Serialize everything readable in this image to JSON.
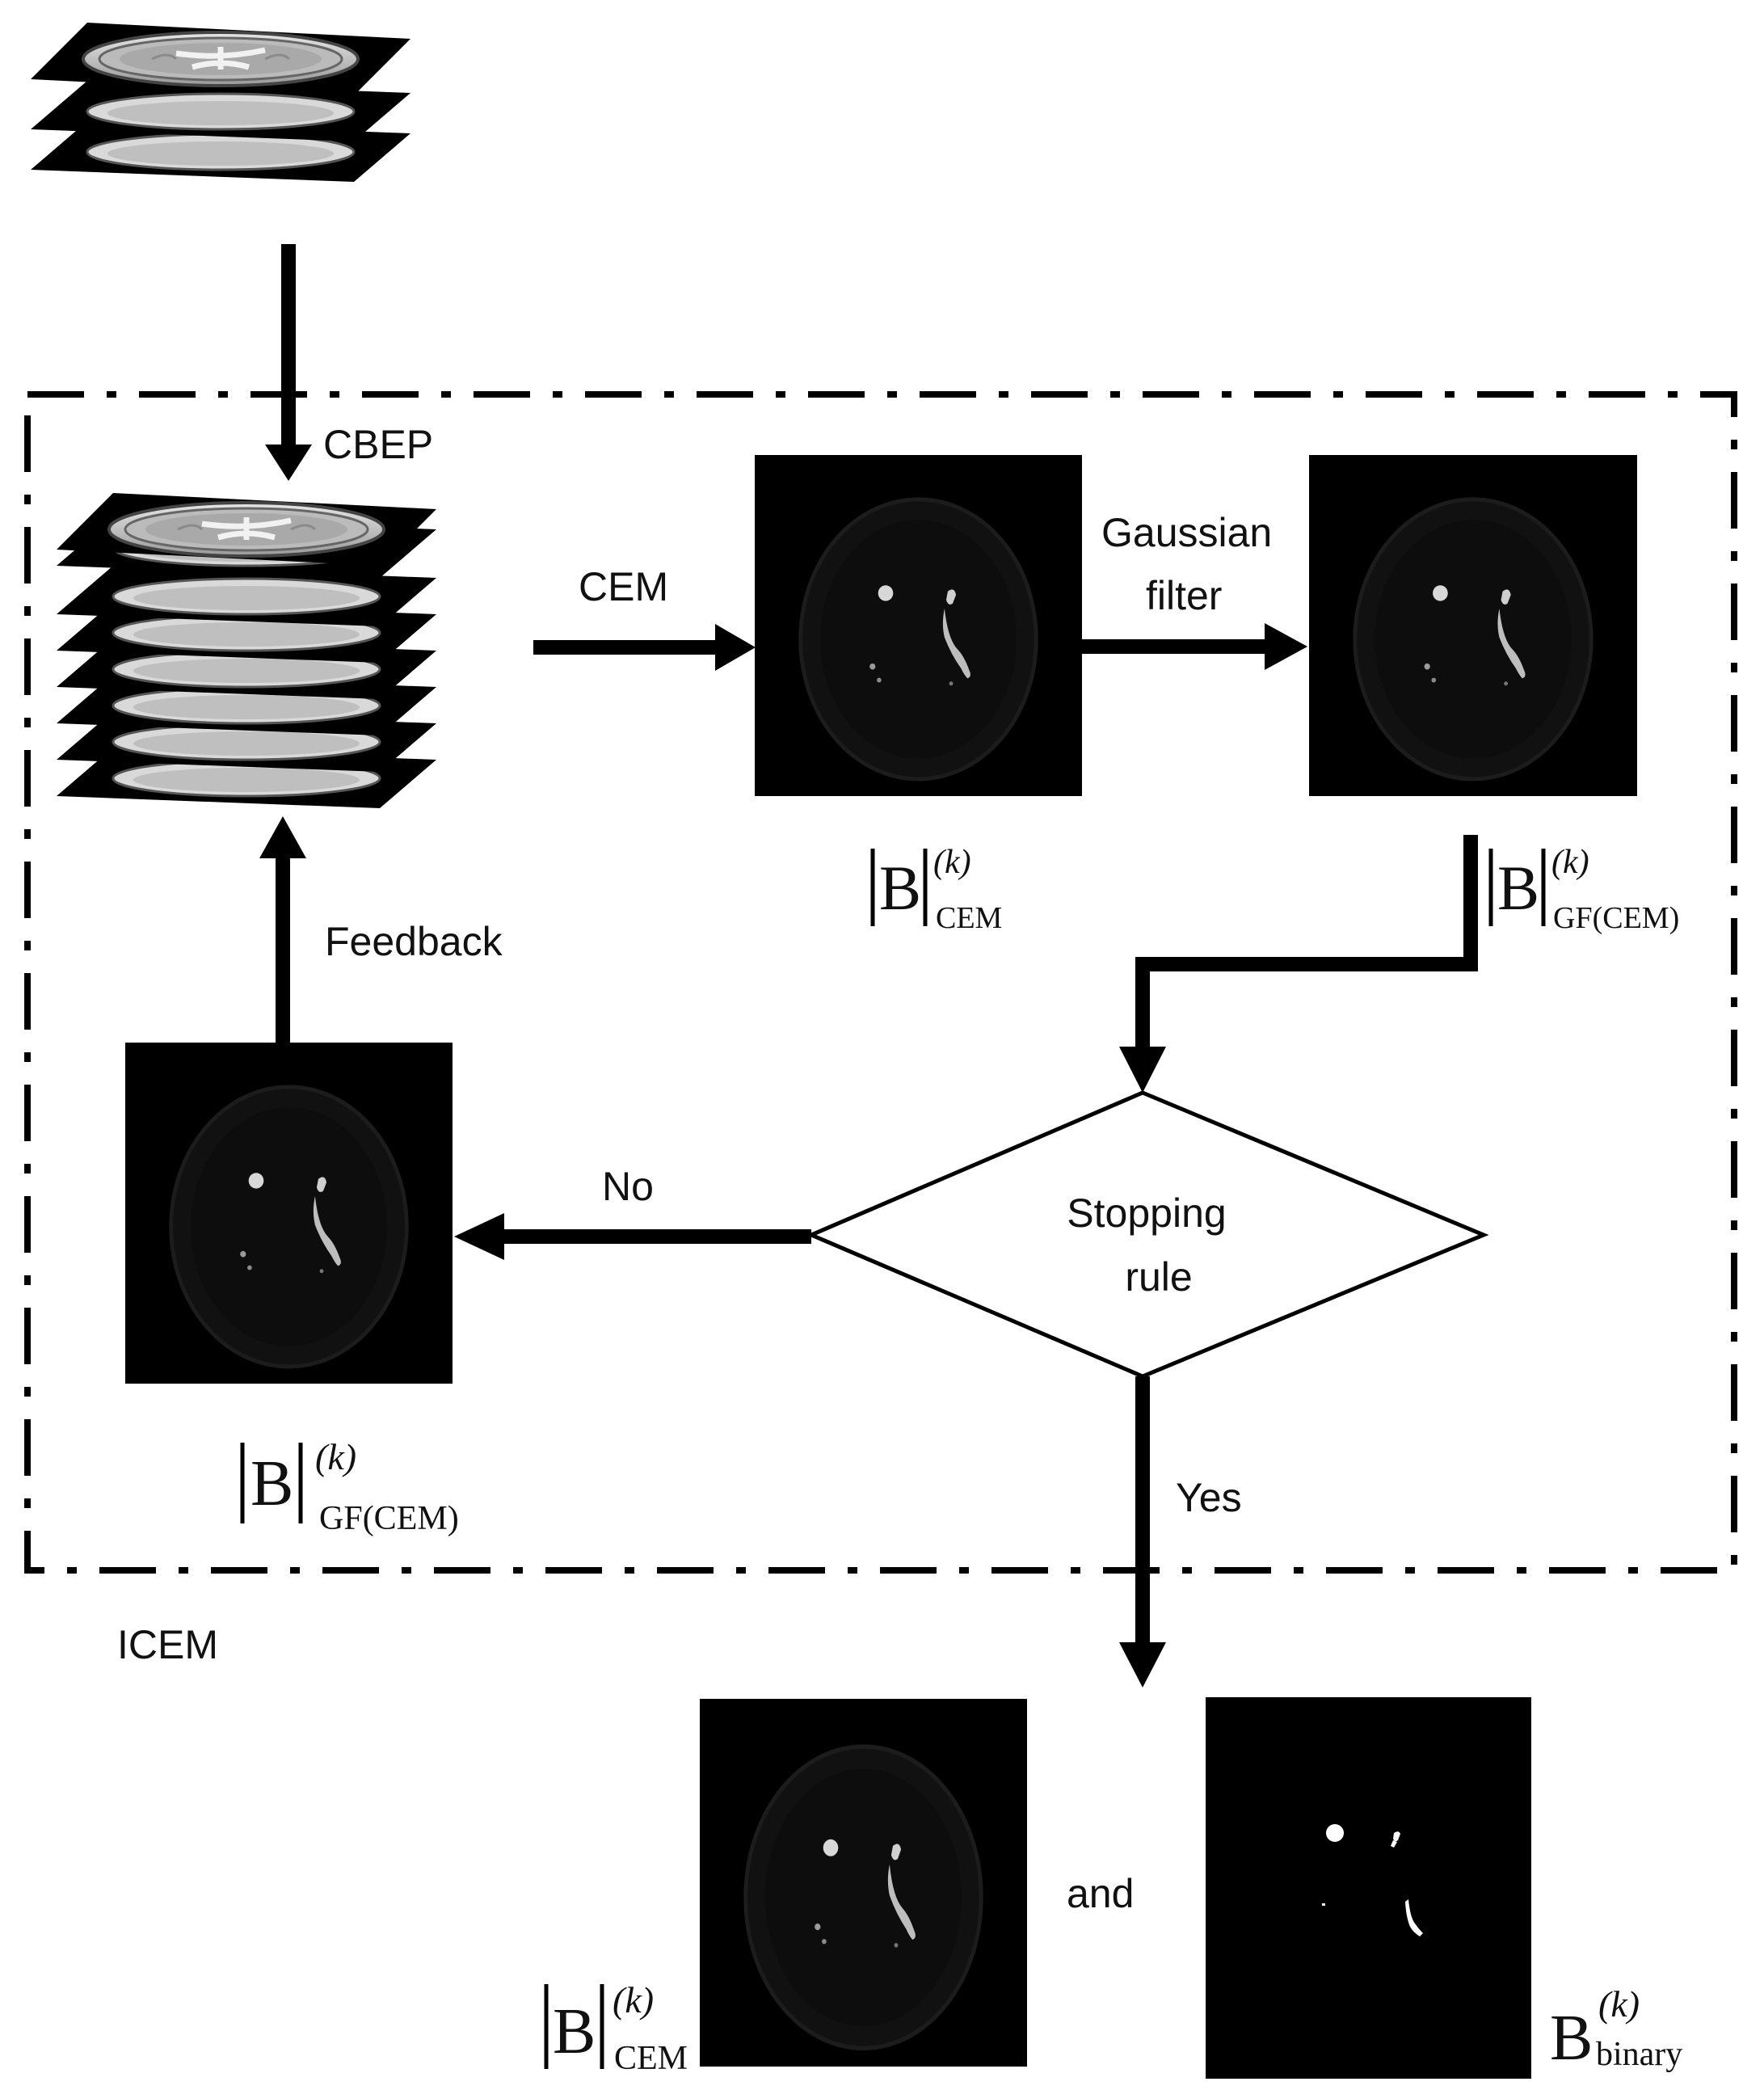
{
  "labels": {
    "cbep": "CBEP",
    "cem": "CEM",
    "gaussian_line1": "Gaussian",
    "gaussian_line2": "filter",
    "feedback": "Feedback",
    "no": "No",
    "yes": "Yes",
    "stopping_line1": "Stopping",
    "stopping_line2": "rule",
    "icem": "ICEM",
    "and": "and"
  },
  "math": {
    "B": "B",
    "superscript": "(k)",
    "sub_cem": "CEM",
    "sub_gf": "GF(CEM)",
    "sub_binary": "binary"
  },
  "colors": {
    "ink": "#000000",
    "panel": "#000000",
    "background": "#ffffff"
  }
}
